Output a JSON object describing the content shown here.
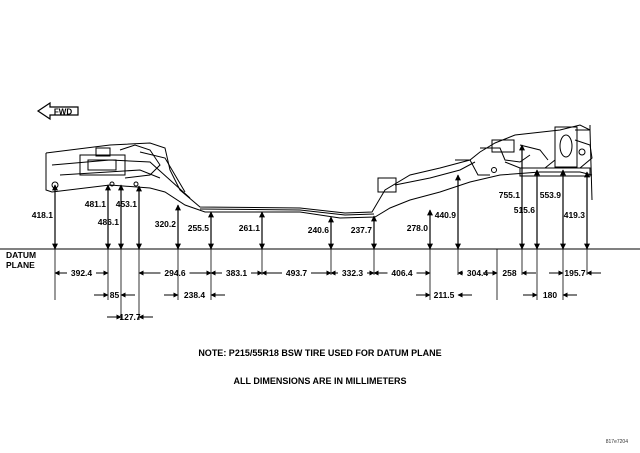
{
  "direction_label": "FWD",
  "datum_label_line1": "DATUM",
  "datum_label_line2": "PLANE",
  "note1": "NOTE:  P215/55R18 BSW TIRE USED FOR DATUM PLANE",
  "note2": "ALL DIMENSIONS ARE IN MILLIMETERS",
  "figure_code": "817e7204",
  "heights": [
    {
      "label": "418.1"
    },
    {
      "label": "481.1"
    },
    {
      "label": "486.1"
    },
    {
      "label": "453.1"
    },
    {
      "label": "320.2"
    },
    {
      "label": "255.5"
    },
    {
      "label": "261.1"
    },
    {
      "label": "240.6"
    },
    {
      "label": "237.7"
    },
    {
      "label": "278.0"
    },
    {
      "label": "440.9"
    },
    {
      "label": "755.1"
    },
    {
      "label": "515.6"
    },
    {
      "label": "553.9"
    },
    {
      "label": "419.3"
    }
  ],
  "spacings_row1": [
    {
      "label": "392.4"
    },
    {
      "label": "294.6"
    },
    {
      "label": "383.1"
    },
    {
      "label": "493.7"
    },
    {
      "label": "332.3"
    },
    {
      "label": "406.4"
    },
    {
      "label": "304.4"
    },
    {
      "label": "258"
    },
    {
      "label": "195.7"
    }
  ],
  "spacings_row2": [
    {
      "label": "85"
    },
    {
      "label": "238.4"
    },
    {
      "label": "211.5"
    },
    {
      "label": "180"
    }
  ],
  "spacings_row3": [
    {
      "label": "127.7"
    }
  ]
}
